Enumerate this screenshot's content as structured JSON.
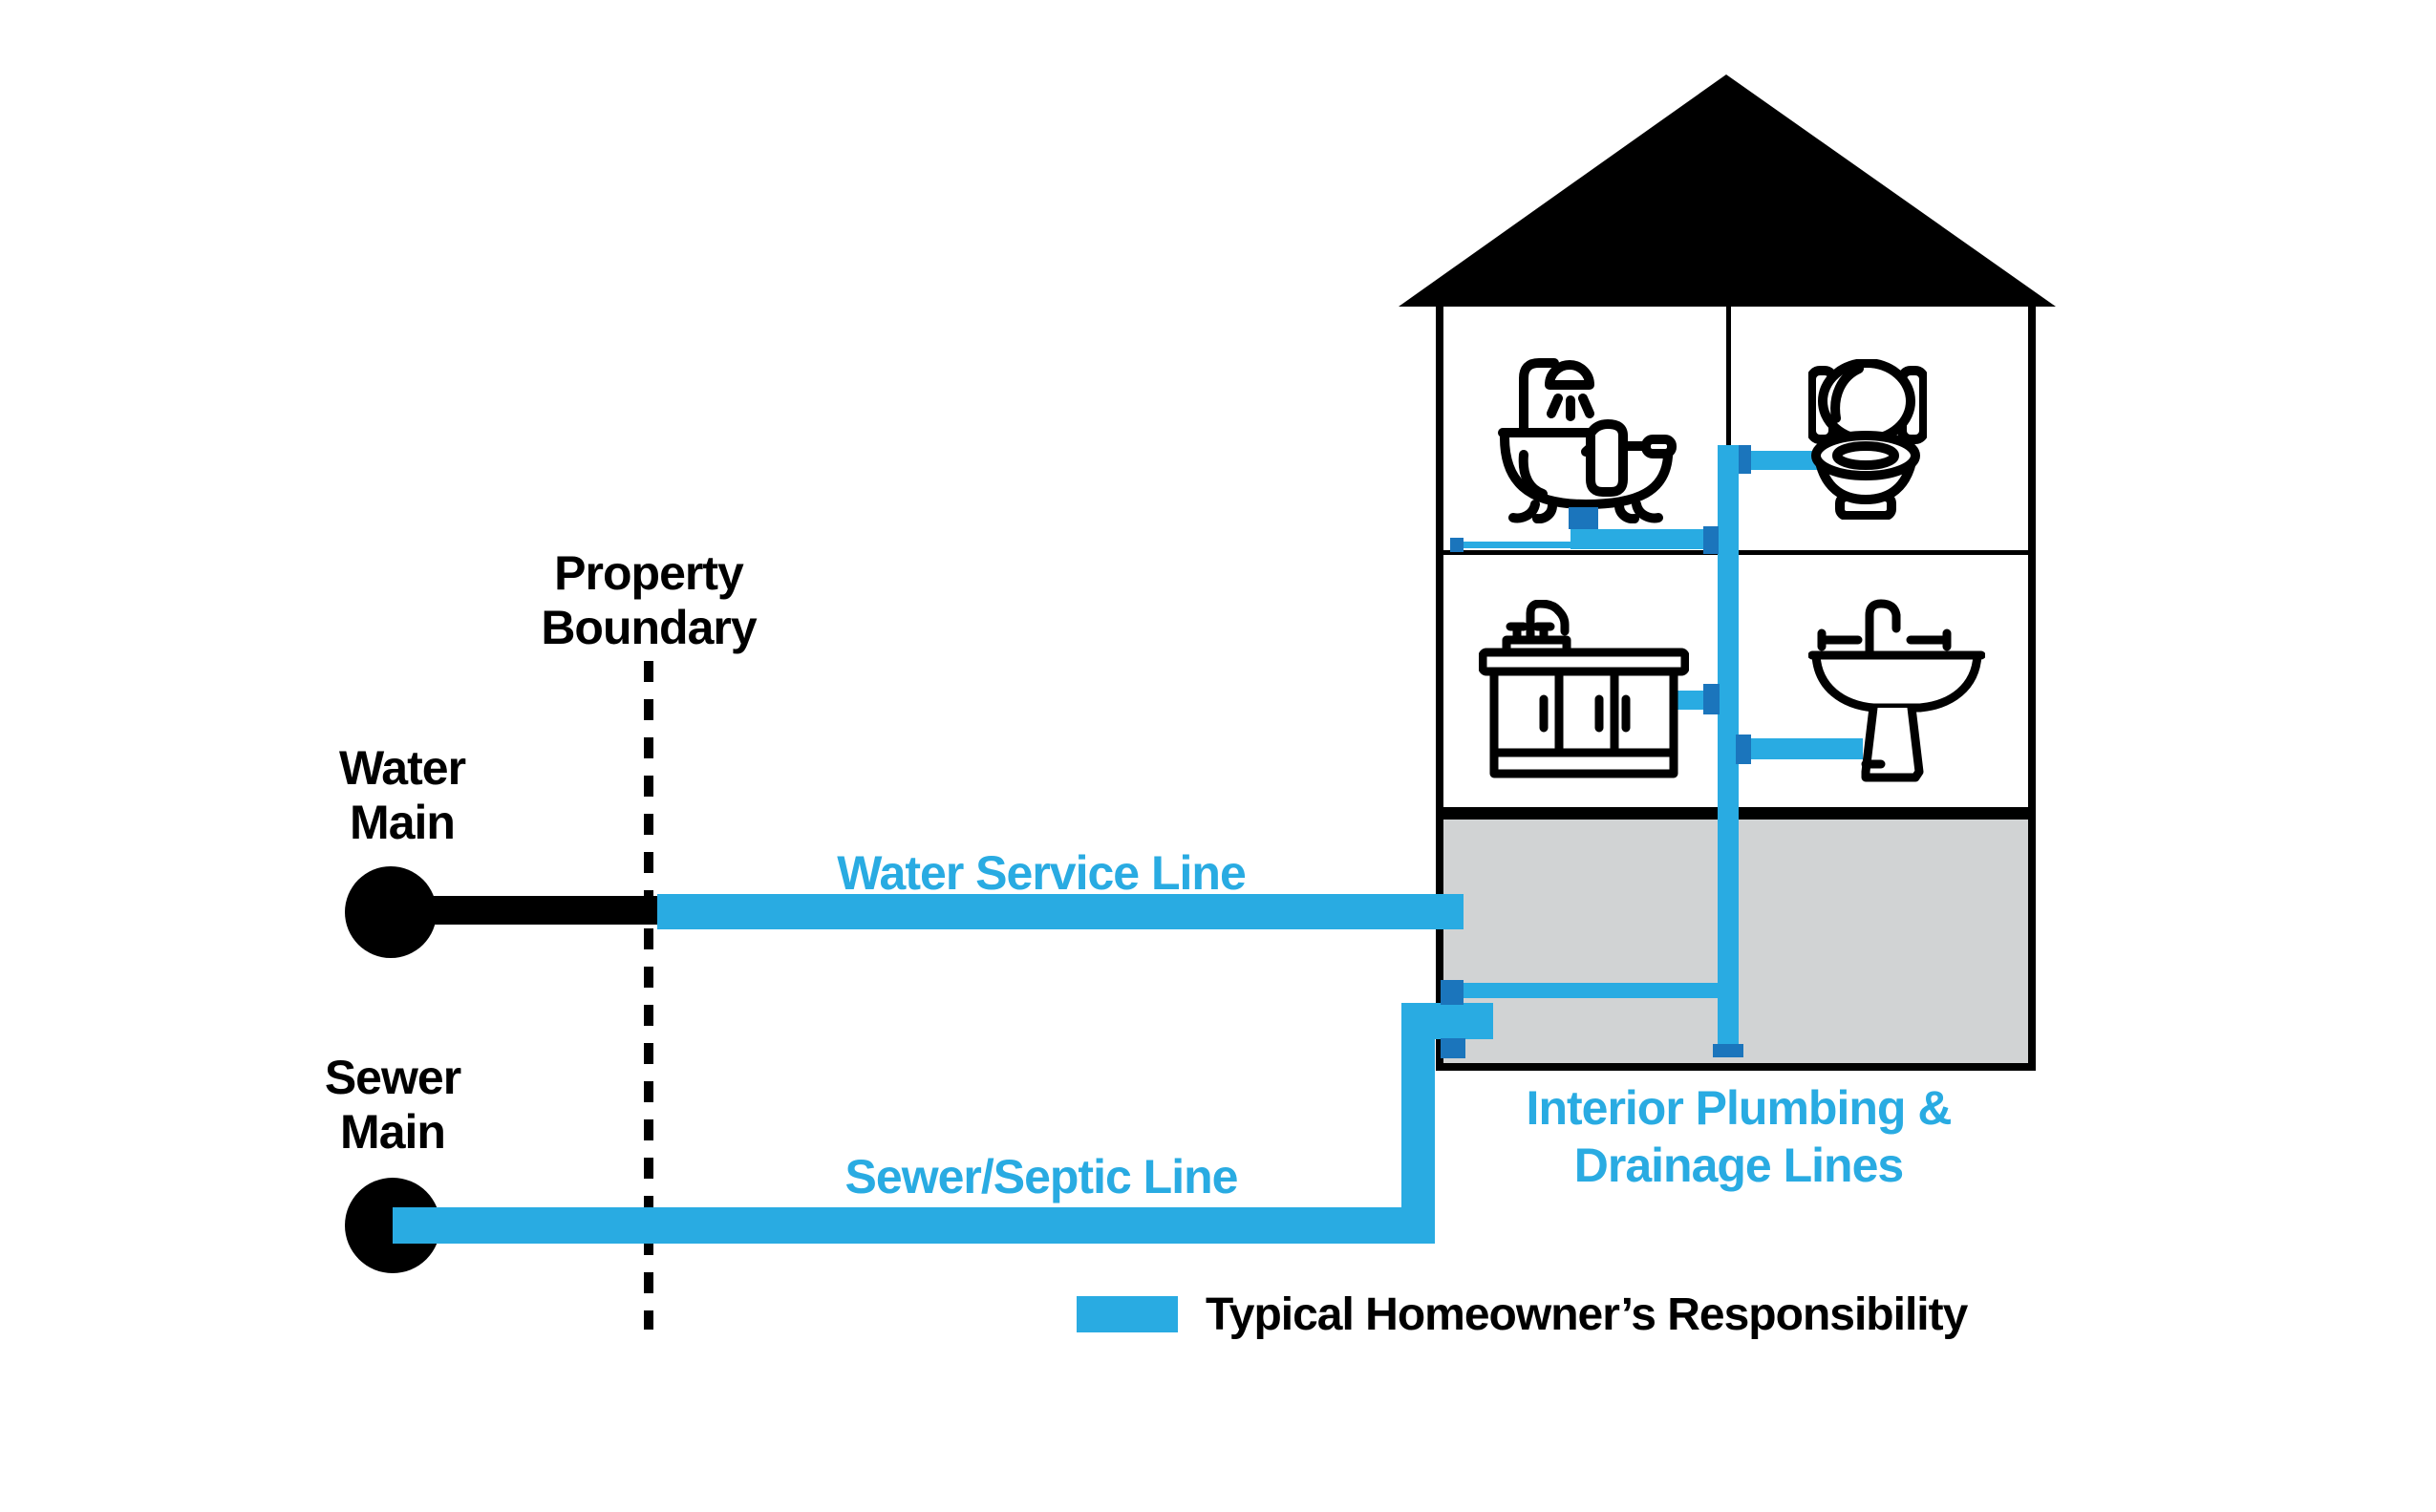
{
  "labels": {
    "property_boundary": {
      "line1": "Property",
      "line2": "Boundary"
    },
    "water_main": {
      "line1": "Water",
      "line2": "Main"
    },
    "sewer_main": {
      "line1": "Sewer",
      "line2": "Main"
    },
    "water_service_line": "Water Service Line",
    "sewer_septic_line": "Sewer/Septic Line",
    "interior_plumbing": {
      "line1": "Interior Plumbing &",
      "line2": "Drainage Lines"
    }
  },
  "legend": {
    "label": "Typical Homeowner’s Responsibility",
    "swatch_color": "#29ABE2"
  },
  "colors": {
    "pipe_blue": "#29ABE2",
    "label_blue": "#29ABE2",
    "fitting_blue": "#1B75BC",
    "line_black": "#000000",
    "basement_gray": "#D1D3D4"
  },
  "icons": [
    "bathtub-shower-icon",
    "toilet-icon",
    "kitchen-sink-icon",
    "pedestal-sink-icon",
    "water-main-dot",
    "sewer-main-dot"
  ]
}
